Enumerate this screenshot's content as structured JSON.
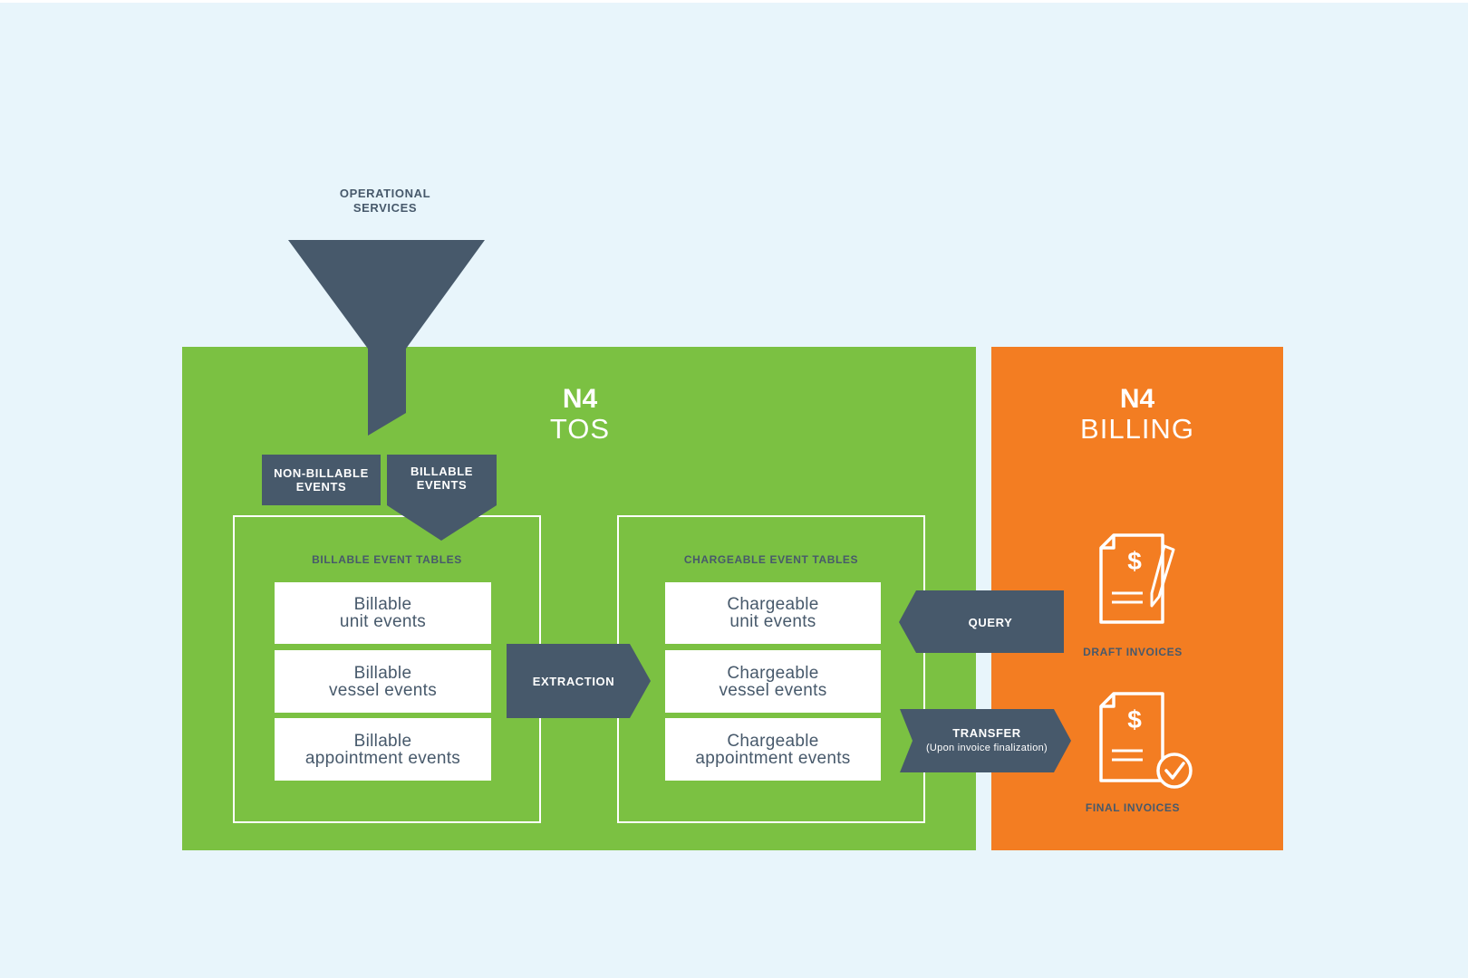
{
  "colors": {
    "background": "#e8f5fb",
    "tos_green": "#7bc142",
    "billing_orange": "#f37d22",
    "dark_slate": "#47596b",
    "white": "#ffffff"
  },
  "funnel": {
    "label_line1": "OPERATIONAL",
    "label_line2": "SERVICES"
  },
  "tos": {
    "title_bold": "N4",
    "title_light": "TOS"
  },
  "billing": {
    "title_bold": "N4",
    "title_light": "BILLING"
  },
  "tags": {
    "non_billable_line1": "NON-BILLABLE",
    "non_billable_line2": "EVENTS",
    "billable_line1": "BILLABLE",
    "billable_line2": "EVENTS"
  },
  "billable_tables": {
    "heading": "BILLABLE EVENT TABLES",
    "rows": [
      {
        "line1": "Billable",
        "line2": "unit events"
      },
      {
        "line1": "Billable",
        "line2": "vessel events"
      },
      {
        "line1": "Billable",
        "line2": "appointment events"
      }
    ]
  },
  "chargeable_tables": {
    "heading": "CHARGEABLE EVENT TABLES",
    "rows": [
      {
        "line1": "Chargeable",
        "line2": "unit events"
      },
      {
        "line1": "Chargeable",
        "line2": "vessel events"
      },
      {
        "line1": "Chargeable",
        "line2": "appointment events"
      }
    ]
  },
  "arrows": {
    "extraction": "EXTRACTION",
    "query": "QUERY",
    "transfer": "TRANSFER",
    "transfer_sub": "(Upon invoice finalization)"
  },
  "invoices": {
    "draft_label": "DRAFT INVOICES",
    "draft_icon": "draft-invoice-icon",
    "final_label": "FINAL INVOICES",
    "final_icon": "final-invoice-icon",
    "currency_glyph": "$"
  }
}
